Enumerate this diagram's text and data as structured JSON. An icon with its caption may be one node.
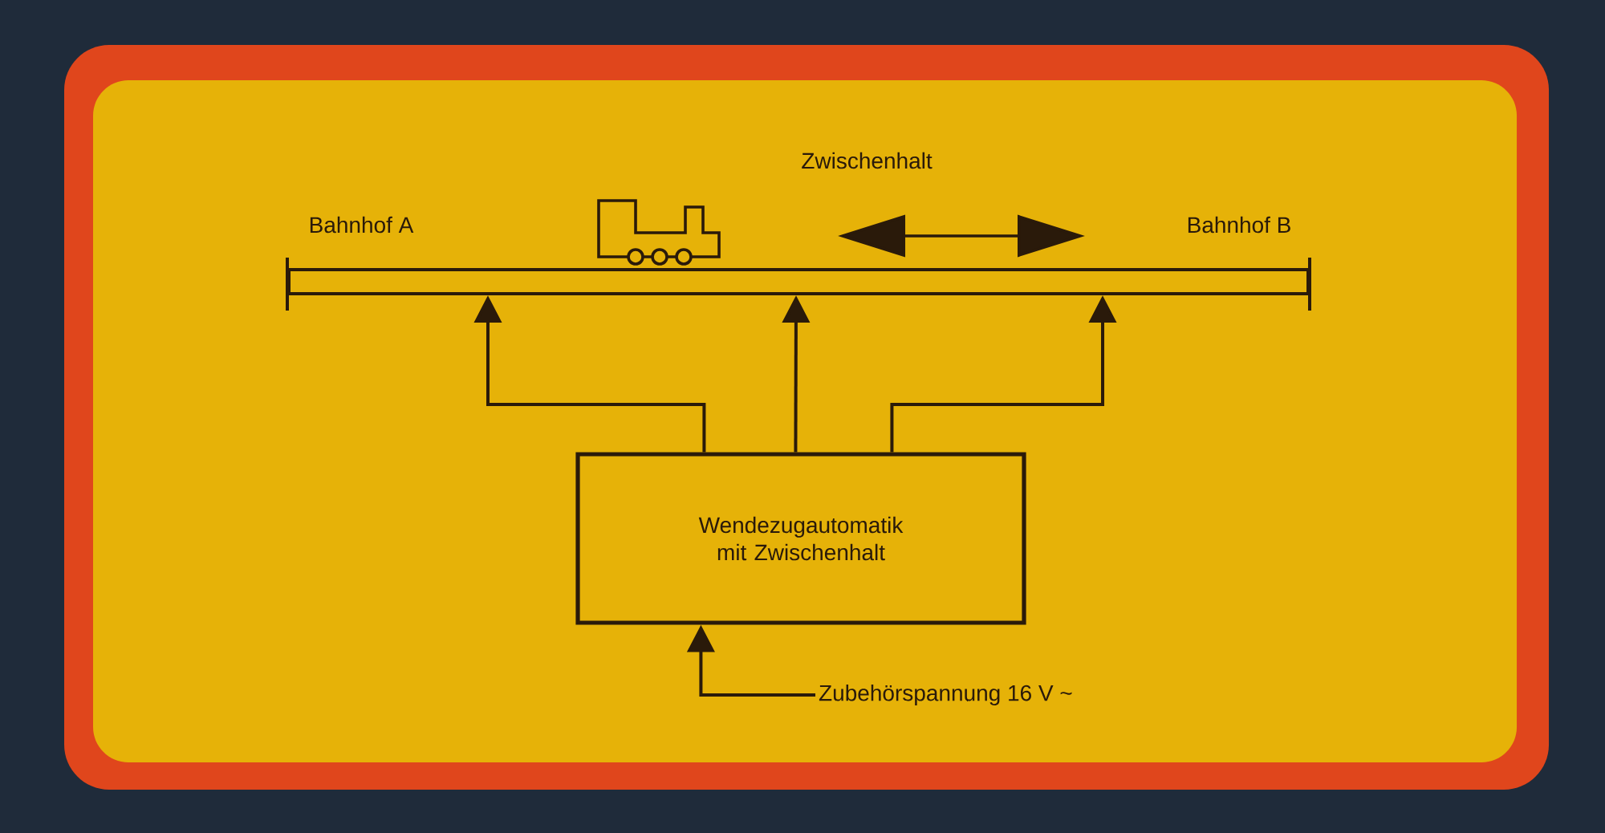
{
  "diagram": {
    "nodes": [
      {
        "text": [],
        "shape": "bar"
      },
      {
        "text": [
          "Wendezugautomatik mit Zwischenhalt"
        ]
      },
      {
        "text": [
          "Zubehörspannung 16 V ~"
        ]
      }
    ],
    "edges": [
      {
        "from": 1,
        "to": 0,
        "arrow": "to"
      },
      {
        "from": 1,
        "to": 0,
        "arrow": "to"
      },
      {
        "from": 1,
        "to": 0,
        "arrow": "to"
      },
      {
        "from": 2,
        "to": 1,
        "arrow": "to"
      }
    ],
    "labels": [
      "Zwischenhalt",
      "Bahnhof A",
      "Bahnhof B"
    ]
  }
}
